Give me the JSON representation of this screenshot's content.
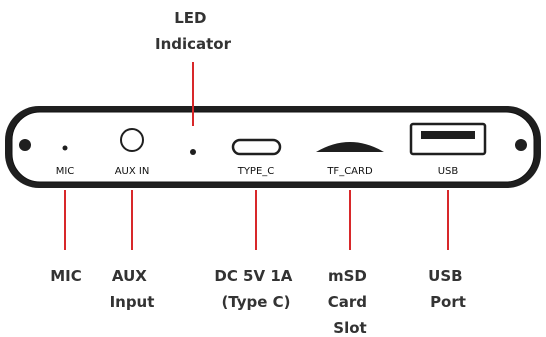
{
  "colors": {
    "device_body": "#1f1f1f",
    "device_outline": "#111111",
    "face_panel": "#ffffff",
    "leader_line": "#d8282a",
    "callout_text": "#333333"
  },
  "device": {
    "panel_labels": {
      "mic": "MIC",
      "aux": "AUX IN",
      "type_c": "TYPE_C",
      "tf_card": "TF_CARD",
      "usb": "USB"
    }
  },
  "callouts": {
    "led": {
      "lines": [
        "LED",
        "Indicator"
      ]
    },
    "mic": {
      "lines": [
        "MIC"
      ]
    },
    "aux": {
      "lines": [
        "AUX",
        "Input"
      ]
    },
    "dc": {
      "lines": [
        "DC 5V 1A",
        "(Type C)"
      ]
    },
    "msd": {
      "lines": [
        "mSD",
        "Card",
        "Slot"
      ]
    },
    "usb": {
      "lines": [
        "USB",
        "Port"
      ]
    }
  }
}
